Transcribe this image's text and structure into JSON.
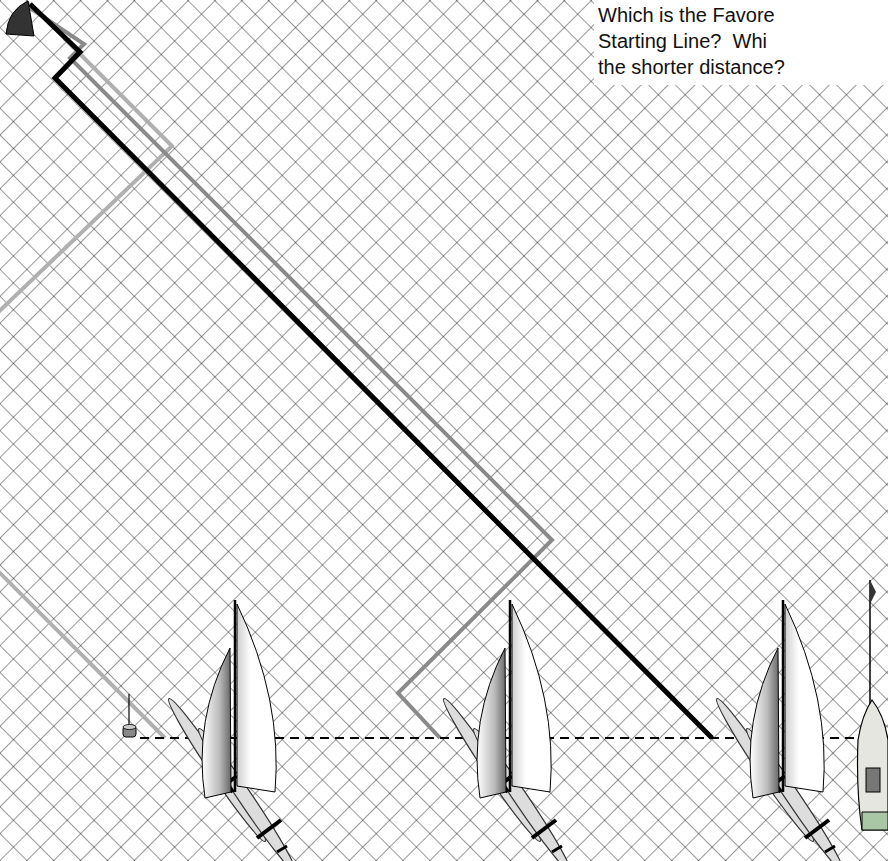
{
  "diagram": {
    "labels": [
      "Which is the Favore",
      "Starting Line?  Whi",
      "the shorter distance?"
    ]
  }
}
